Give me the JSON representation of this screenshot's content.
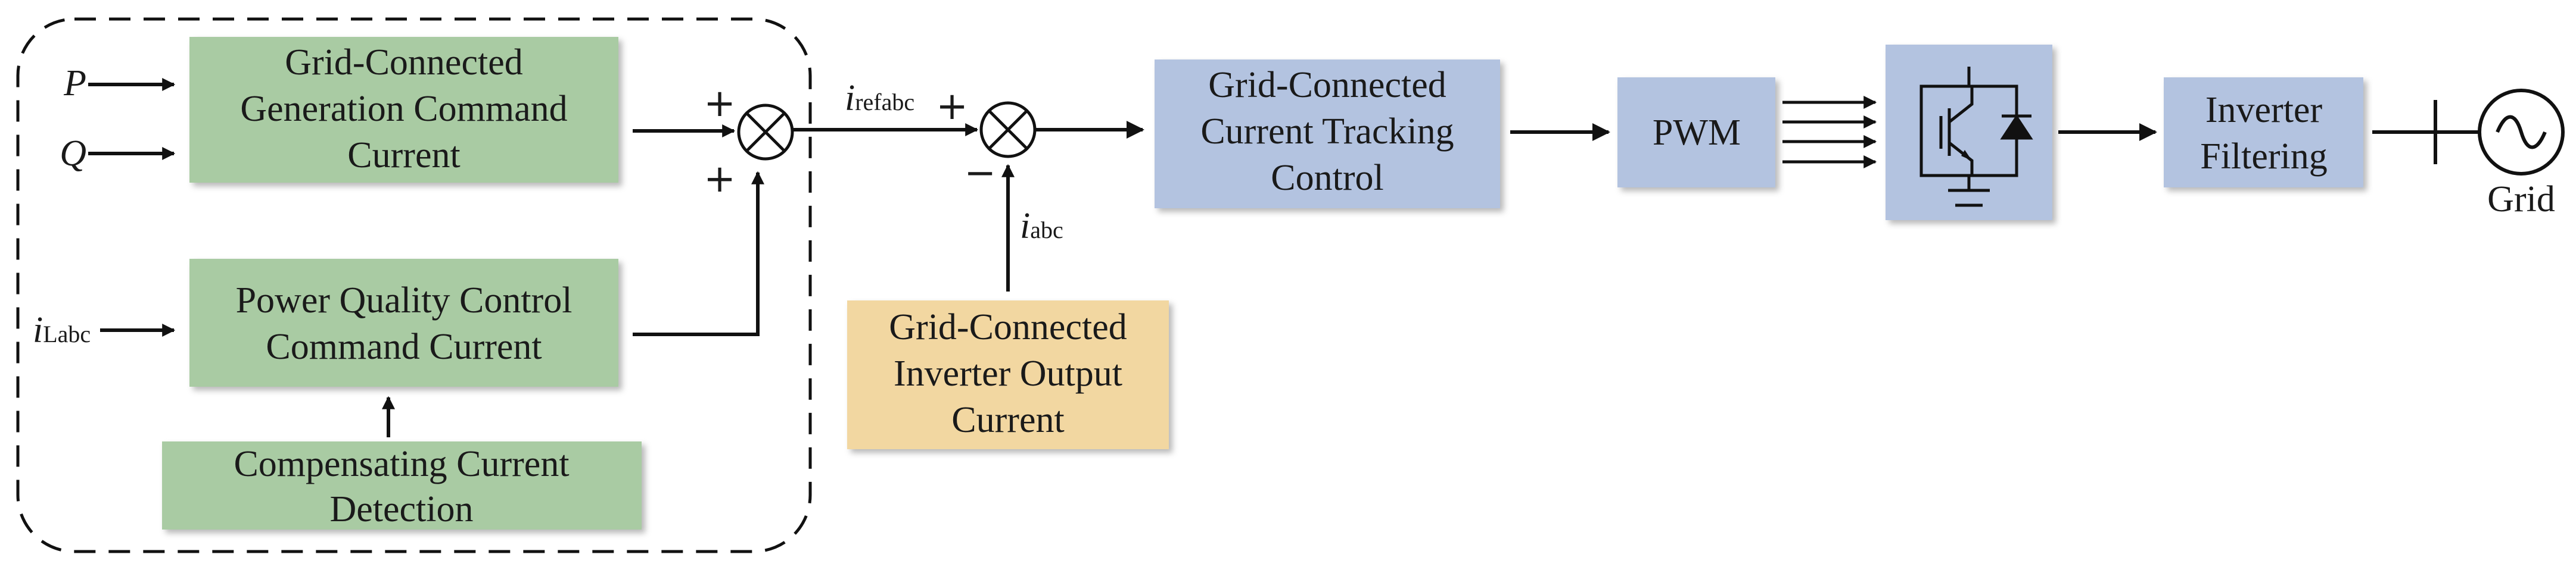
{
  "colors": {
    "green": "#a9cba3",
    "blue": "#b3c3e0",
    "yellow": "#f2d7a1",
    "line": "#111111"
  },
  "blocks": {
    "gen_cmd": [
      "Grid-Connected",
      "Generation Command",
      "Current"
    ],
    "pq_cmd": [
      "Power Quality Control",
      "Command Current"
    ],
    "comp_det": [
      "Compensating Current",
      "Detection"
    ],
    "inv_out": [
      "Grid-Connected",
      "Inverter Output",
      "Current"
    ],
    "tracking": [
      "Grid-Connected",
      "Current Tracking",
      "Control"
    ],
    "pwm": [
      "PWM"
    ],
    "filter": [
      "Inverter",
      "Filtering"
    ]
  },
  "inputs": {
    "p": "P",
    "q": "Q",
    "i_labc_main": "i",
    "i_labc_sub": "Labc"
  },
  "signals": {
    "iref_main": "i",
    "iref_sub": "refabc",
    "iabc_main": "i",
    "iabc_sub": "abc"
  },
  "signs": {
    "plus": "+",
    "minus": "−"
  },
  "grid_label": "Grid"
}
